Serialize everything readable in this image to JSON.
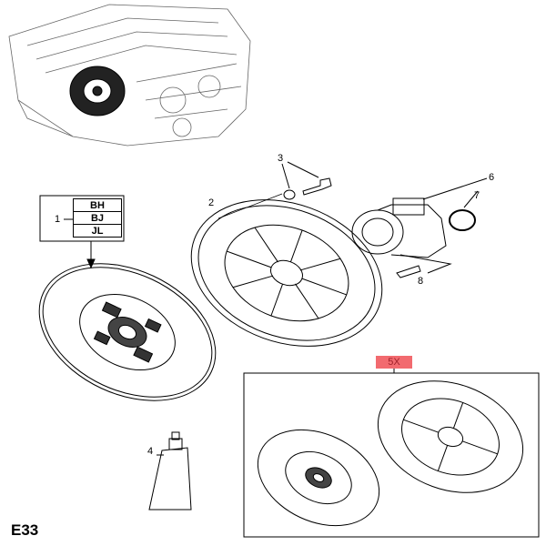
{
  "figure_id": "E33",
  "callouts": {
    "c1": "1",
    "c2": "2",
    "c3": "3",
    "c4": "4",
    "c6": "6",
    "c7": "7",
    "c8": "8"
  },
  "variant_codes": [
    "BH",
    "BJ",
    "JL"
  ],
  "kit_label": "5X",
  "colors": {
    "kit_label_bg": "#f26a6f",
    "kit_label_text": "#a0222a",
    "line": "#000000"
  }
}
